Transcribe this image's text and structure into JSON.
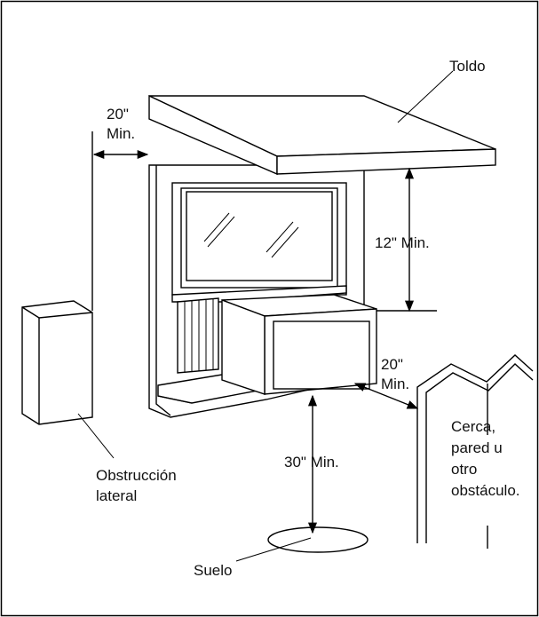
{
  "labels": {
    "toldo": "Toldo",
    "side_clear_1": "20\"",
    "side_clear_2": "Min.",
    "top_clear": "12\" Min.",
    "front_clear_1": "20\"",
    "front_clear_2": "Min.",
    "bottom_clear": "30\" Min.",
    "obstruccion_1": "Obstrucción",
    "obstruccion_2": "lateral",
    "cerca_1": "Cerca,",
    "cerca_2": "pared u",
    "cerca_3": "otro",
    "cerca_4": "obstáculo.",
    "suelo": "Suelo"
  },
  "colors": {
    "line": "#000000",
    "background": "#ffffff",
    "frame": "#000000"
  }
}
